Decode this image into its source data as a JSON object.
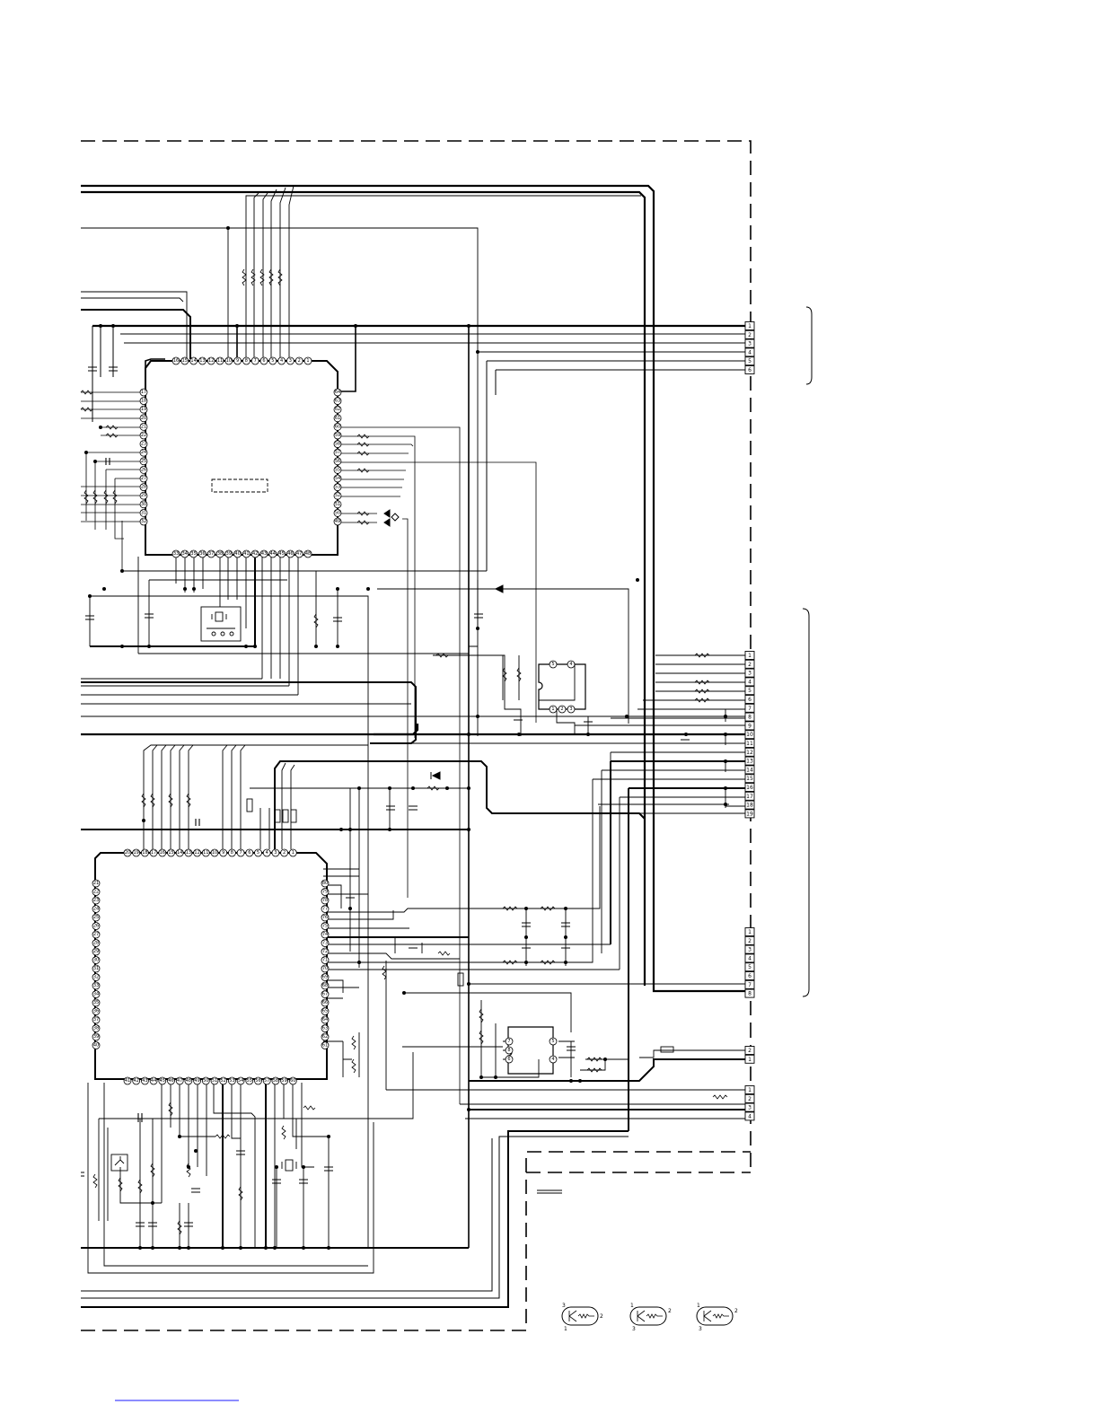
{
  "document": {
    "type": "circuit schematic (partial page)"
  },
  "ic_upper": {
    "pins_top": [
      "16",
      "15",
      "14",
      "13",
      "12",
      "11",
      "10",
      "9",
      "8",
      "7",
      "6",
      "5",
      "4",
      "3",
      "2",
      "1"
    ],
    "pins_left": [
      "17",
      "18",
      "19",
      "20",
      "21",
      "22",
      "23",
      "24",
      "25",
      "26",
      "27",
      "28",
      "29",
      "30",
      "31",
      "32"
    ],
    "pins_bottom": [
      "33",
      "34",
      "35",
      "36",
      "37",
      "38",
      "39",
      "40",
      "41",
      "42",
      "43",
      "44",
      "45",
      "46",
      "47",
      "48"
    ],
    "pins_right": [
      "64",
      "63",
      "62",
      "61",
      "60",
      "59",
      "58",
      "57",
      "56",
      "55",
      "54",
      "53",
      "52",
      "51",
      "50",
      "49"
    ]
  },
  "ic_lower": {
    "pins_top": [
      "20",
      "19",
      "18",
      "17",
      "16",
      "15",
      "14",
      "13",
      "12",
      "11",
      "10",
      "9",
      "8",
      "7",
      "6",
      "5",
      "4",
      "3",
      "2",
      "1"
    ],
    "pins_left": [
      "21",
      "22",
      "23",
      "24",
      "25",
      "26",
      "27",
      "28",
      "29",
      "30",
      "31",
      "32",
      "33",
      "34",
      "35",
      "36",
      "37",
      "38",
      "39",
      "40"
    ],
    "pins_bottom": [
      "41",
      "42",
      "43",
      "44",
      "45",
      "46",
      "47",
      "48",
      "49",
      "50",
      "51",
      "52",
      "53",
      "54",
      "55",
      "56",
      "57",
      "58",
      "59",
      "60"
    ],
    "pins_right": [
      "80",
      "79",
      "78",
      "77",
      "76",
      "75",
      "74",
      "73",
      "72",
      "71",
      "70",
      "69",
      "68",
      "67",
      "66",
      "65",
      "64",
      "63",
      "62",
      "61"
    ]
  },
  "ic_small_upper": {
    "pins": [
      "5",
      "4",
      "1",
      "2",
      "3"
    ]
  },
  "ic_small_lower": {
    "pins": [
      "7",
      "8",
      "6",
      "5",
      "4"
    ]
  },
  "connectors": [
    {
      "id": "CN-A",
      "pins": [
        "1",
        "2",
        "3",
        "4",
        "5",
        "6"
      ]
    },
    {
      "id": "CN-B",
      "pins": [
        "1",
        "2",
        "3",
        "4",
        "5",
        "6",
        "7",
        "8",
        "9",
        "10",
        "11",
        "12",
        "13",
        "14",
        "15",
        "16",
        "17",
        "18",
        "19"
      ]
    },
    {
      "id": "CN-C",
      "pins": [
        "1",
        "2",
        "3",
        "4",
        "5",
        "6",
        "7",
        "8"
      ]
    },
    {
      "id": "CN-D",
      "pins": [
        "2",
        "1"
      ]
    },
    {
      "id": "CN-E",
      "pins": [
        "1",
        "2",
        "3",
        "4"
      ]
    }
  ],
  "transistor_legend": [
    {
      "pins": [
        "3",
        "2",
        "1"
      ]
    },
    {
      "pins": [
        "1",
        "2",
        "3"
      ]
    },
    {
      "pins": [
        "1",
        "2",
        "3"
      ]
    }
  ],
  "colors": {
    "line": "#000000",
    "link": "#1a1aff",
    "background": "#ffffff"
  }
}
